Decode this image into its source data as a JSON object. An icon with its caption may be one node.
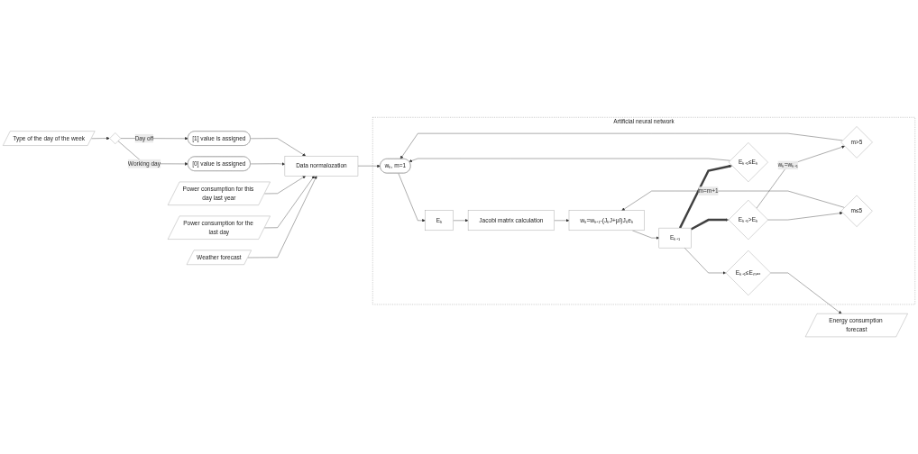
{
  "diagram": {
    "nodes": [
      {
        "text": [
          "Weather forecast"
        ]
      },
      {
        "text": [
          "Power consumption for the last day"
        ]
      },
      {
        "text": [
          "Power consumption for this day last year"
        ]
      },
      {
        "text": [
          "Type of the day of the week"
        ]
      },
      {
        "text": [],
        "shape": "diamond"
      },
      {
        "text": [
          "[0] value is assigned"
        ]
      },
      {
        "text": [
          "[1] value is assigned"
        ]
      },
      {
        "text": [
          "Data normalozation"
        ]
      },
      {
        "text": [
          "Artificial neural network"
        ]
      },
      {
        "text": [
          "wₖ, m=1"
        ],
        "in": 8
      },
      {
        "text": [
          "Eₖ"
        ],
        "in": 8
      },
      {
        "text": [
          "Jacobi matrix calculation"
        ],
        "in": 8
      },
      {
        "text": [
          "wₖ=wₖ₊₁-(JₖJ+μI)Jₖeₖ"
        ],
        "in": 8
      },
      {
        "text": [
          "m>5"
        ],
        "in": 8
      },
      {
        "text": [
          "m≤5"
        ],
        "in": 8
      },
      {
        "text": [
          "Eₖ₊₁"
        ],
        "in": 8
      },
      {
        "text": [
          "Eₖ₊₁>Eₖ"
        ],
        "in": 8
      },
      {
        "text": [
          "Eₖ₊₁≤Eₖ"
        ],
        "in": 8
      },
      {
        "text": [
          "Eₖ₊₁≤Eₘₐₓ"
        ],
        "in": 8
      },
      {
        "text": [
          "Energy consumption forecast"
        ]
      }
    ],
    "edges": [
      {
        "from": 0,
        "to": 7,
        "arrow": "to"
      },
      {
        "from": 1,
        "to": 7,
        "arrow": "to"
      },
      {
        "from": 2,
        "to": 7,
        "arrow": "to"
      },
      {
        "from": 3,
        "to": 4,
        "arrow": "to"
      },
      {
        "from": 4,
        "to": 5,
        "arrow": "to",
        "label": "Working day"
      },
      {
        "from": 4,
        "to": 6,
        "arrow": "to",
        "label": "Day off"
      },
      {
        "from": 5,
        "to": 7,
        "arrow": "to"
      },
      {
        "from": 6,
        "to": 7,
        "arrow": "to"
      },
      {
        "from": 7,
        "to": 9,
        "arrow": "to"
      },
      {
        "from": 9,
        "to": 10,
        "arrow": "to"
      },
      {
        "from": 10,
        "to": 11,
        "arrow": "to"
      },
      {
        "from": 11,
        "to": 12,
        "arrow": "to"
      },
      {
        "from": 12,
        "to": 15,
        "arrow": "to"
      },
      {
        "from": 15,
        "to": 16,
        "arrow": "to",
        "style": "thick",
        "color": "#404040"
      },
      {
        "from": 15,
        "to": 17,
        "arrow": "to",
        "style": "thick",
        "color": "#404040"
      },
      {
        "from": 15,
        "to": 18,
        "arrow": "to"
      },
      {
        "from": 16,
        "to": 13,
        "arrow": "to",
        "label": "wₖ=wₖ₊₁"
      },
      {
        "from": 16,
        "to": 14,
        "arrow": "to"
      },
      {
        "from": 14,
        "to": 12,
        "arrow": "to",
        "label": "m=m+1"
      },
      {
        "from": 13,
        "to": 9,
        "arrow": "to"
      },
      {
        "from": 17,
        "to": 9,
        "arrow": "to"
      },
      {
        "from": 18,
        "to": 19,
        "arrow": "to"
      }
    ]
  }
}
